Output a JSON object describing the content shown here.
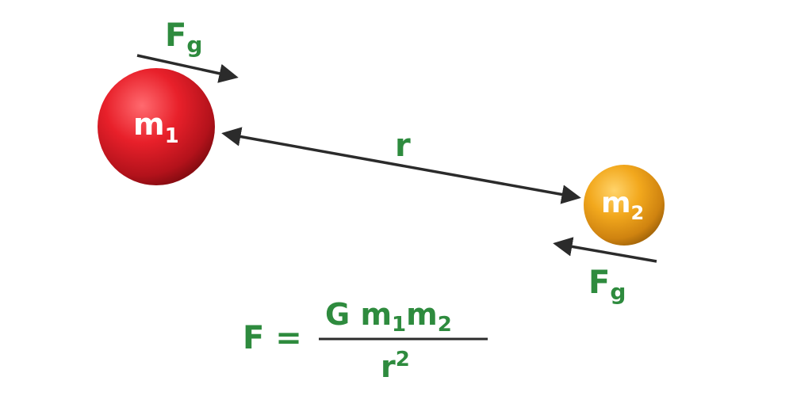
{
  "colors": {
    "label_green": "#2e8b3e",
    "arrow_dark": "#2b2b2b",
    "mass1_red": "#e8202a",
    "mass2_orange": "#f2a81d",
    "mass_label_white": "#ffffff"
  },
  "mass1": {
    "symbol": "m",
    "subscript": "1"
  },
  "mass2": {
    "symbol": "m",
    "subscript": "2"
  },
  "force_top": {
    "symbol": "F",
    "subscript": "g"
  },
  "force_bottom": {
    "symbol": "F",
    "subscript": "g"
  },
  "distance": {
    "symbol": "r"
  },
  "formula": {
    "lhs": "F =",
    "numerator_constant": "G",
    "numerator_m": "m",
    "numerator_sub1": "1",
    "numerator_m2": "m",
    "numerator_sub2": "2",
    "denominator_base": "r",
    "denominator_exponent": "2"
  }
}
